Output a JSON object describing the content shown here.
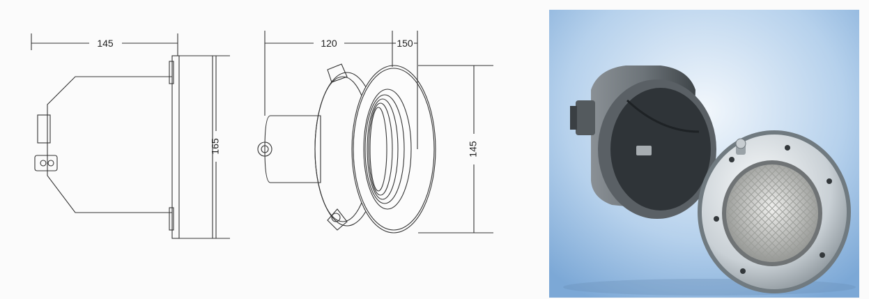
{
  "drawing": {
    "side_view": {
      "width_label": "145",
      "height_label": "165"
    },
    "perspective_view": {
      "depth_label": "120",
      "diameter_label": "150",
      "height_label": "145"
    }
  },
  "photo": {
    "subject": "stainless steel underwater pool light with grey plastic niche housing",
    "background_color": "#b6d1ec",
    "housing_color": "#6d7479",
    "faceplate_color": "#d9dee2"
  }
}
